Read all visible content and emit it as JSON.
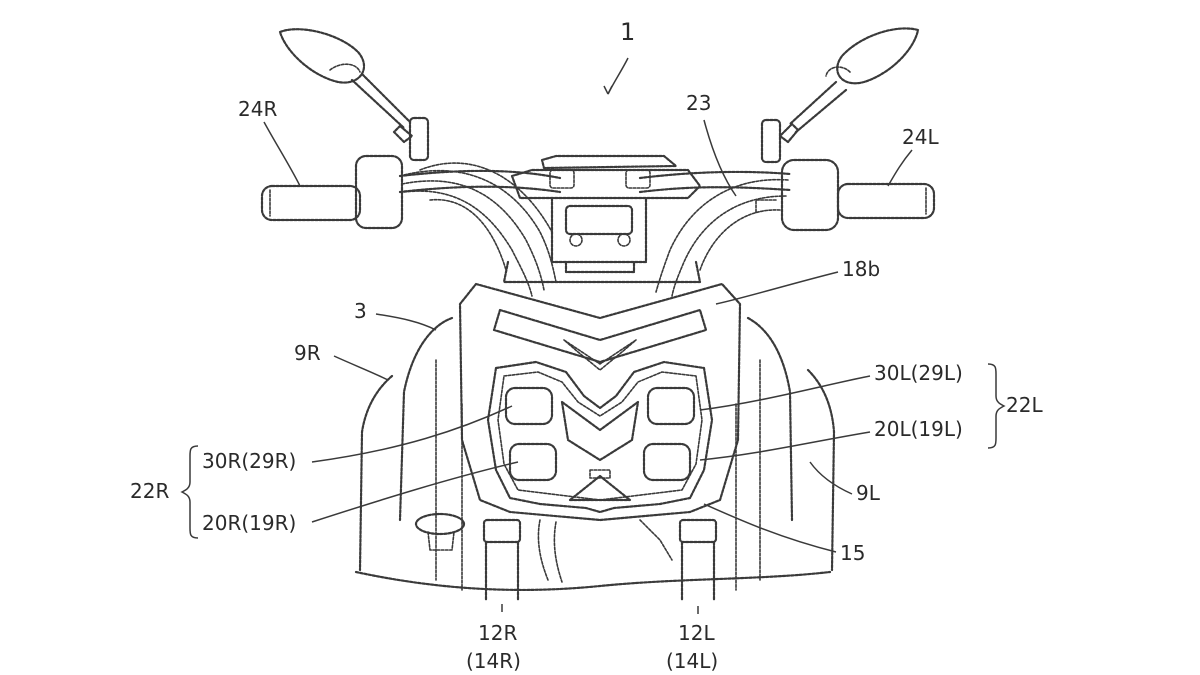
{
  "figure": {
    "reference_labels": {
      "vehicle": "1",
      "handle_cable": "23",
      "grip_right": "24R",
      "grip_left": "24L",
      "headlight_cover": "18b",
      "front_cover": "3",
      "side_cover_right": "9R",
      "side_cover_left": "9L",
      "lamp_upper_left": "30L(29L)",
      "lamp_lower_left": "20L(19L)",
      "lamp_unit_left": "22L",
      "lamp_upper_right": "30R(29R)",
      "lamp_lower_right": "20R(19R)",
      "lamp_unit_right": "22R",
      "bracket": "15",
      "fork_right_line1": "12R",
      "fork_right_line2": "(14R)",
      "fork_left_line1": "12L",
      "fork_left_line2": "(14L)"
    }
  }
}
